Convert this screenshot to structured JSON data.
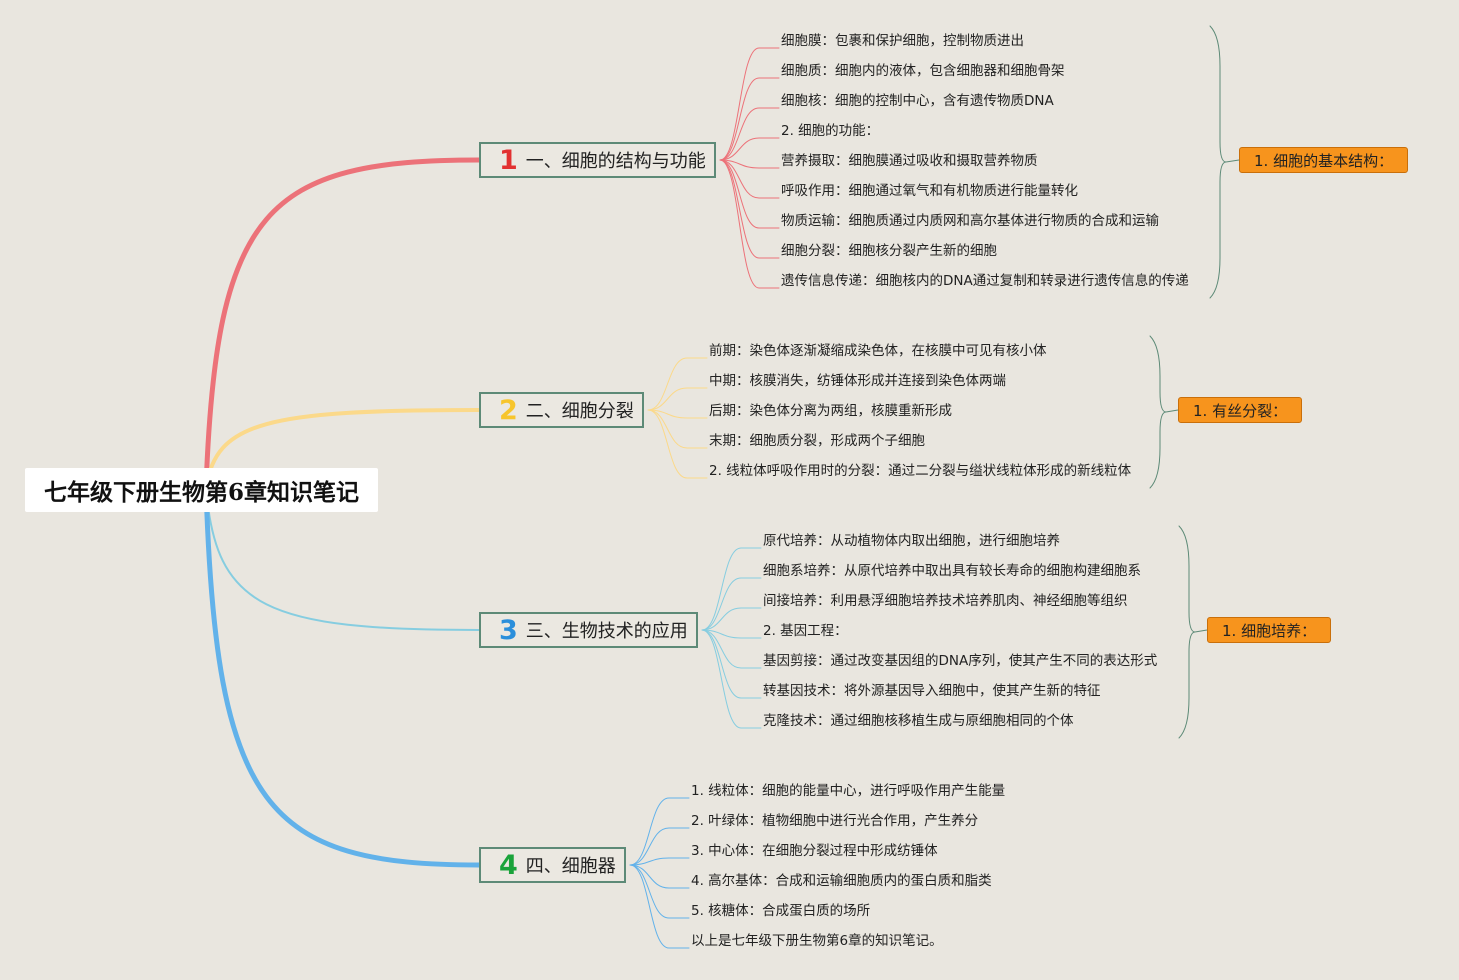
{
  "root": {
    "title": "七年级下册生物第6章知识笔记"
  },
  "colors": {
    "branch1": "#ec7279",
    "branch2": "#fbd98a",
    "branch3": "#86cde0",
    "branch4": "#62b2ea",
    "num1": "#e23131",
    "num2": "#f7c52c",
    "num3": "#2b8fdb",
    "num4": "#1aa33a",
    "summary_fill": "#f7941d",
    "bracket": "#5d8a77",
    "border": "#5d8a77"
  },
  "branches": [
    {
      "num": "1",
      "label": "一、细胞的结构与功能",
      "summary": "1. 细胞的基本结构：",
      "leaves": [
        "细胞膜：包裹和保护细胞，控制物质进出",
        "细胞质：细胞内的液体，包含细胞器和细胞骨架",
        "细胞核：细胞的控制中心，含有遗传物质DNA",
        "2. 细胞的功能：",
        "营养摄取：细胞膜通过吸收和摄取营养物质",
        "呼吸作用：细胞通过氧气和有机物质进行能量转化",
        "物质运输：细胞质通过内质网和高尔基体进行物质的合成和运输",
        "细胞分裂：细胞核分裂产生新的细胞",
        "遗传信息传递：细胞核内的DNA通过复制和转录进行遗传信息的传递"
      ]
    },
    {
      "num": "2",
      "label": "二、细胞分裂",
      "summary": "1. 有丝分裂：",
      "leaves": [
        "前期：染色体逐渐凝缩成染色体，在核膜中可见有核小体",
        "中期：核膜消失，纺锤体形成并连接到染色体两端",
        "后期：染色体分离为两组，核膜重新形成",
        "末期：细胞质分裂，形成两个子细胞",
        "2. 线粒体呼吸作用时的分裂：通过二分裂与缢状线粒体形成的新线粒体"
      ]
    },
    {
      "num": "3",
      "label": "三、生物技术的应用",
      "summary": "1. 细胞培养：",
      "leaves": [
        "原代培养：从动植物体内取出细胞，进行细胞培养",
        "细胞系培养：从原代培养中取出具有较长寿命的细胞构建细胞系",
        "间接培养：利用悬浮细胞培养技术培养肌肉、神经细胞等组织",
        "2. 基因工程：",
        "基因剪接：通过改变基因组的DNA序列，使其产生不同的表达形式",
        "转基因技术：将外源基因导入细胞中，使其产生新的特征",
        "克隆技术：通过细胞核移植生成与原细胞相同的个体"
      ]
    },
    {
      "num": "4",
      "label": "四、细胞器",
      "summary": "",
      "leaves": [
        "1. 线粒体：细胞的能量中心，进行呼吸作用产生能量",
        "2. 叶绿体：植物细胞中进行光合作用，产生养分",
        "3. 中心体：在细胞分裂过程中形成纺锤体",
        "4. 高尔基体：合成和运输细胞质内的蛋白质和脂类",
        "5. 核糖体：合成蛋白质的场所",
        "以上是七年级下册生物第6章的知识笔记。"
      ]
    }
  ]
}
